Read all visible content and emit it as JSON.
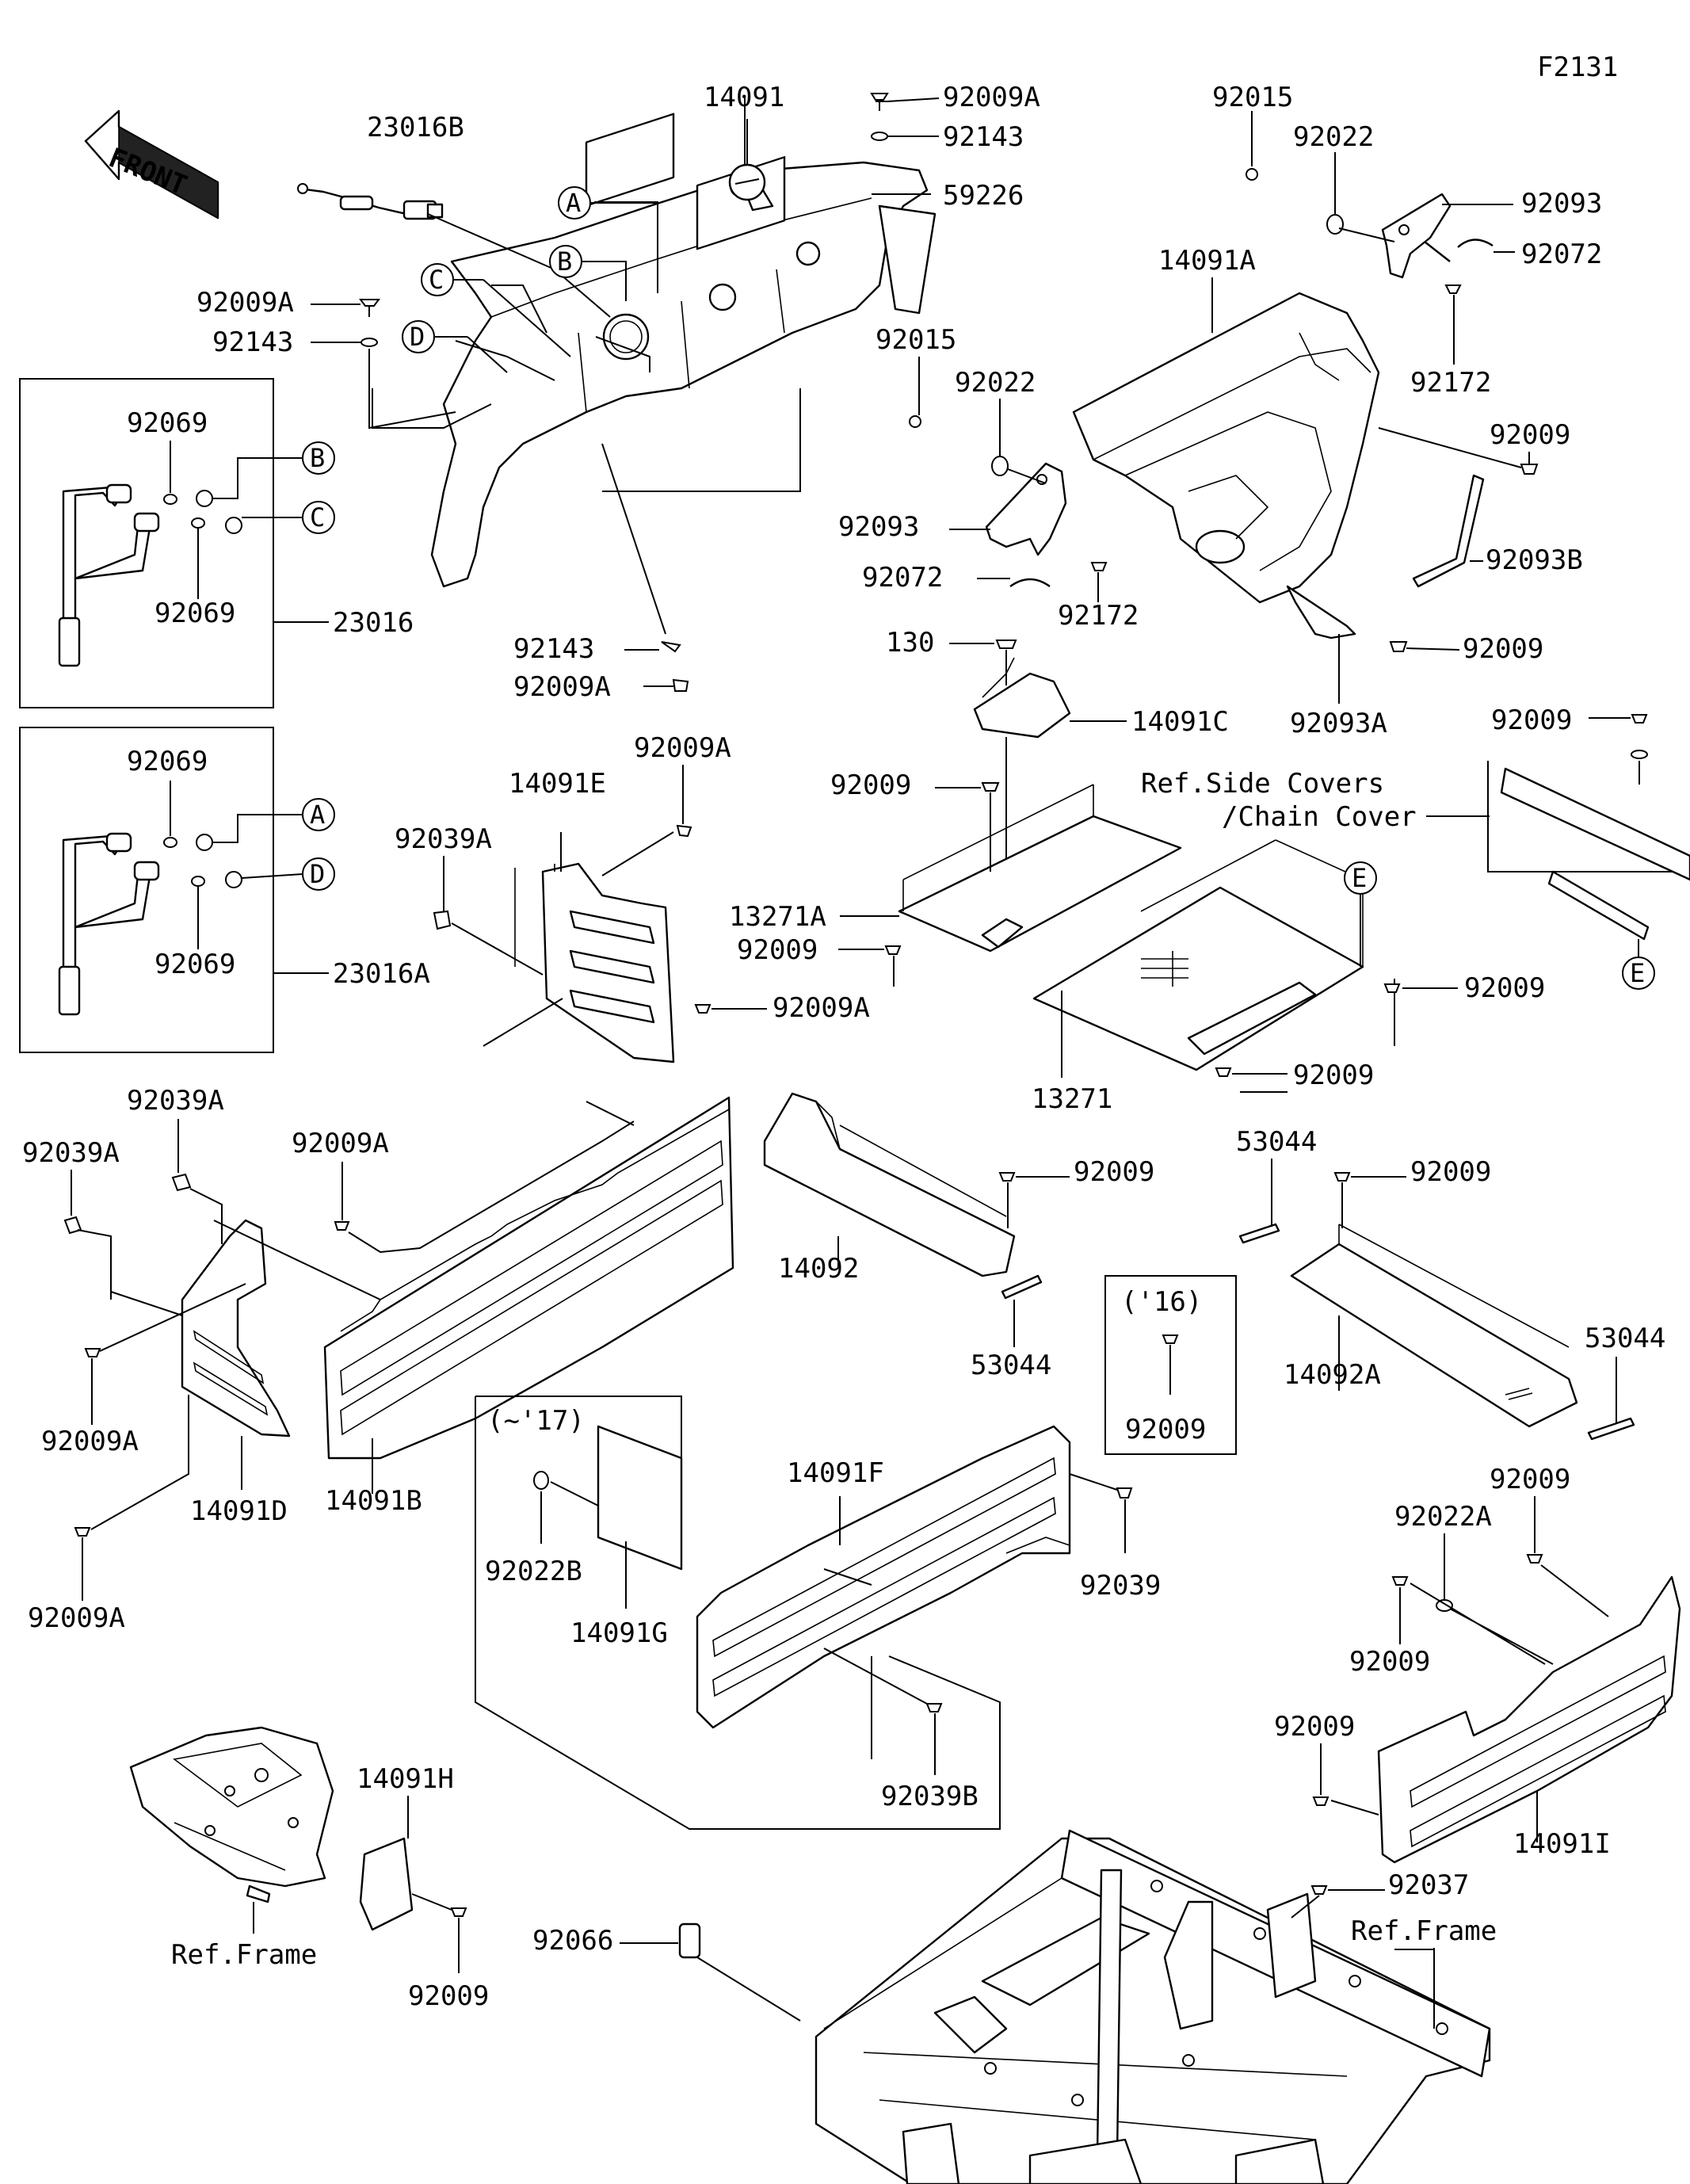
{
  "figure_id": "F2131",
  "front_badge": "FRONT",
  "callouts": [
    "A",
    "B",
    "C",
    "D",
    "E"
  ],
  "parts": [
    "23016B",
    "14091",
    "92009A",
    "92143",
    "59226",
    "92015",
    "92022",
    "92093",
    "92072",
    "92172",
    "14091A",
    "92009",
    "92093B",
    "92093A",
    "92069",
    "23016",
    "23016A",
    "130",
    "14091C",
    "13271A",
    "13271",
    "14091E",
    "92039A",
    "14092",
    "53044",
    "14092A",
    "14091D",
    "14091B",
    "14091F",
    "14091G",
    "92022B",
    "92039",
    "92039B",
    "14091H",
    "92066",
    "92037",
    "92022A",
    "14091I"
  ],
  "notes": {
    "ref_side_covers_1": "Ref.Side Covers",
    "ref_side_covers_2": "/Chain Cover",
    "ref_frame": "Ref.Frame",
    "year_16": "('16)",
    "year_17": "(~'17)"
  }
}
